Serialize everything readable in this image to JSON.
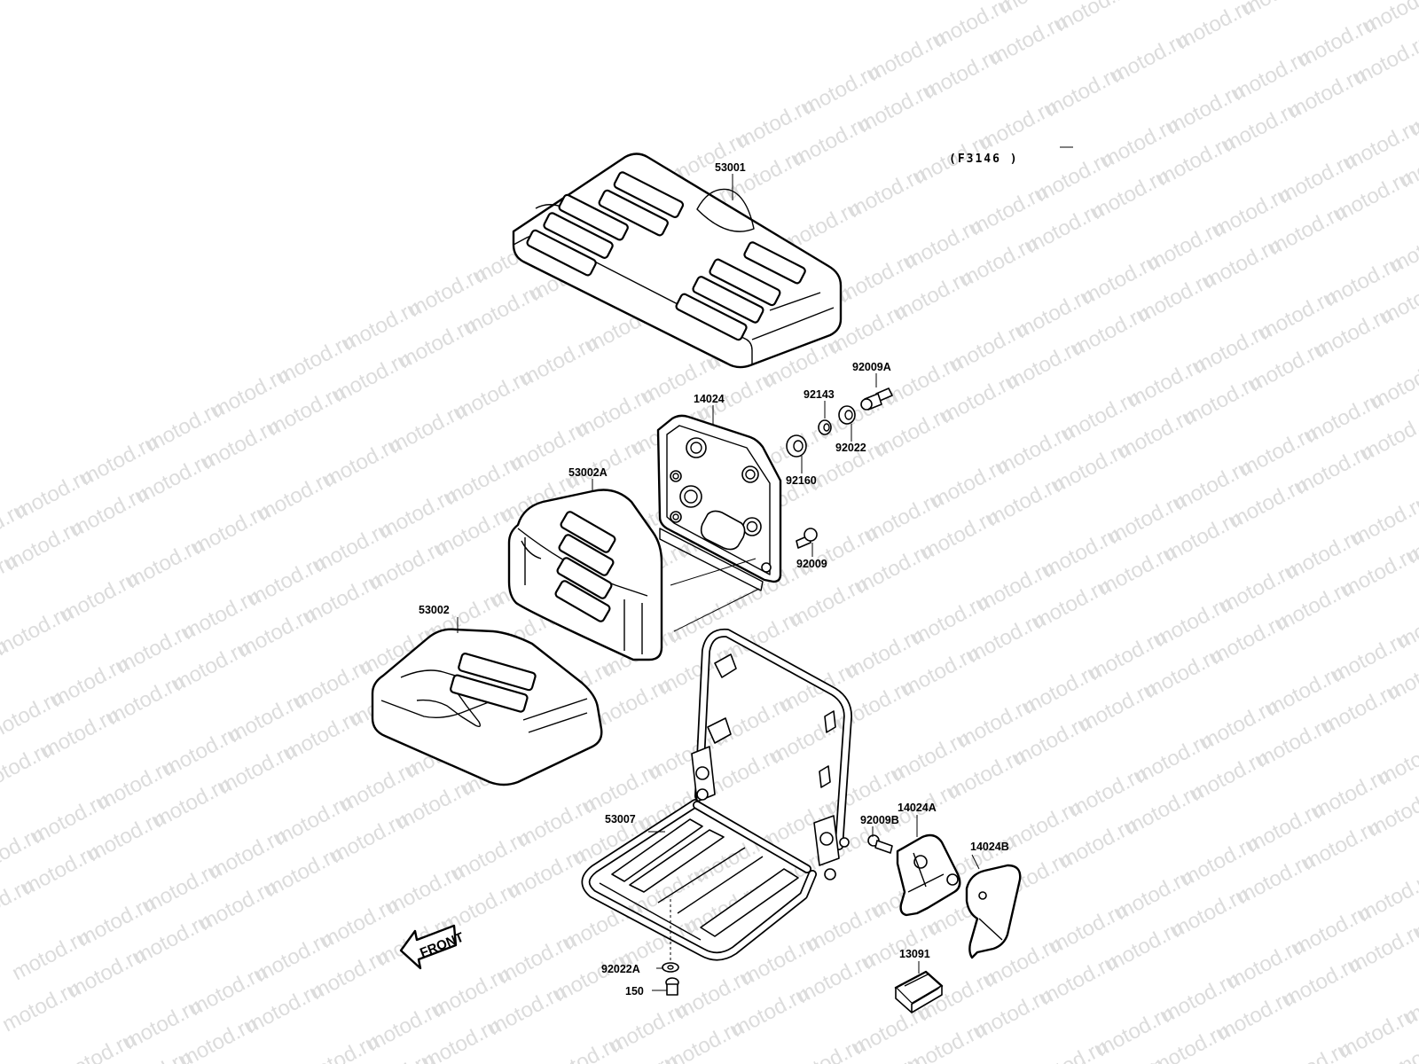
{
  "diagram": {
    "code": "(F3146 )",
    "front_label": "FRONT",
    "watermark": "motod.ru",
    "parts": [
      {
        "id": "seat-cushion-top",
        "label": "53001"
      },
      {
        "id": "seat-back-plate",
        "label": "14024"
      },
      {
        "id": "backrest",
        "label": "53002A"
      },
      {
        "id": "seat-bottom",
        "label": "53002"
      },
      {
        "id": "seat-frame",
        "label": "53007"
      },
      {
        "id": "bolt-a",
        "label": "92009A"
      },
      {
        "id": "collar",
        "label": "92143"
      },
      {
        "id": "nut",
        "label": "92022"
      },
      {
        "id": "grommet",
        "label": "92160"
      },
      {
        "id": "bolt",
        "label": "92009"
      },
      {
        "id": "bracket-a",
        "label": "14024A"
      },
      {
        "id": "bolt-b",
        "label": "92009B"
      },
      {
        "id": "bracket-b",
        "label": "14024B"
      },
      {
        "id": "rubber-pad",
        "label": "13091"
      },
      {
        "id": "washer",
        "label": "92022A"
      },
      {
        "id": "screw",
        "label": "150"
      }
    ]
  }
}
